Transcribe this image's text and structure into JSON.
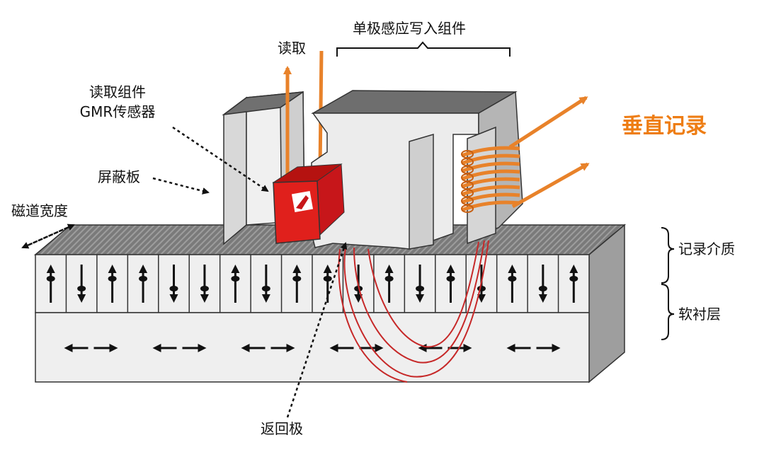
{
  "labels": {
    "write_assembly": "单极感应写入组件",
    "read": "读取",
    "read_assembly_line1": "读取组件",
    "read_assembly_line2": "GMR传感器",
    "shield": "屏蔽板",
    "track_width": "磁道宽度",
    "title": "垂直记录",
    "recording_medium": "记录介质",
    "soft_underlayer": "软衬层",
    "return_pole": "返回极"
  },
  "colors": {
    "title": "#ee7d14",
    "coil": "#e8822a",
    "read_sensor": "#e0201c",
    "flux_line": "#c62828",
    "block_face": "#ececec",
    "block_shadow": "#9a9a9a",
    "block_top": "#6f6f6f"
  },
  "medium": {
    "upper_arrows": [
      "up",
      "down",
      "up",
      "up",
      "down",
      "down",
      "up",
      "down",
      "up",
      "up",
      "down",
      "up",
      "down",
      "up",
      "down",
      "up",
      "down",
      "up"
    ],
    "lower_arrows": [
      "left",
      "right",
      "left",
      "right",
      "left",
      "right",
      "left",
      "right",
      "left",
      "right",
      "left",
      "right"
    ]
  }
}
